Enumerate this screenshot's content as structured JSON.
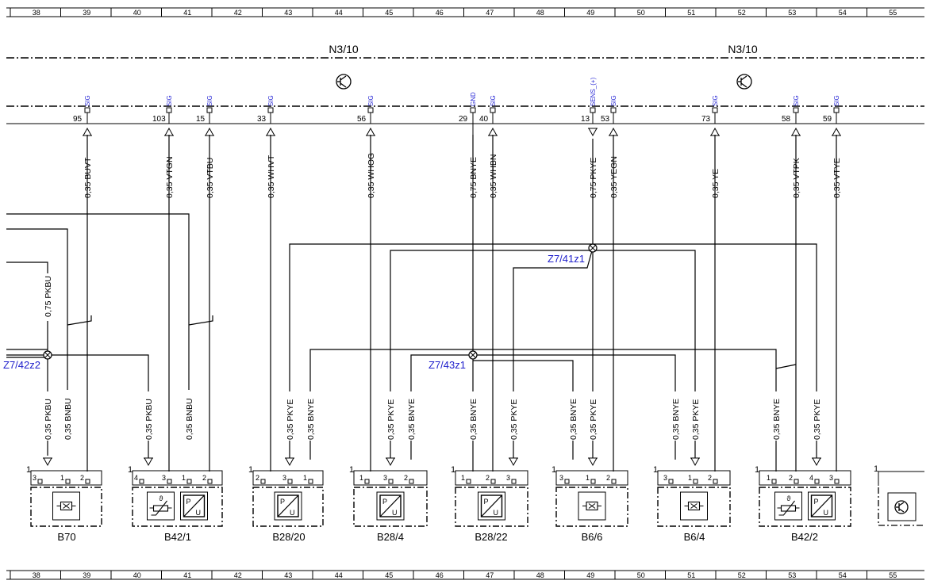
{
  "ruler_top": [
    "38",
    "39",
    "40",
    "41",
    "42",
    "43",
    "44",
    "45",
    "46",
    "47",
    "48",
    "49",
    "50",
    "51",
    "52",
    "53",
    "54",
    "55"
  ],
  "ruler_bottom": [
    "38",
    "39",
    "40",
    "41",
    "42",
    "43",
    "44",
    "45",
    "46",
    "47",
    "48",
    "49",
    "50",
    "51",
    "52",
    "53",
    "54",
    "55"
  ],
  "control_units": [
    {
      "id": "N3/10"
    },
    {
      "id": "N3/10"
    }
  ],
  "ecu_pins": [
    {
      "pin": "95",
      "signal": "SIG",
      "wire": "0,35 BUVT",
      "dir": "up"
    },
    {
      "pin": "103",
      "signal": "SIG",
      "wire": "0,35 VTGN",
      "dir": "up"
    },
    {
      "pin": "15",
      "signal": "SIG",
      "wire": "0,35 VTBU",
      "dir": "up"
    },
    {
      "pin": "33",
      "signal": "SIG",
      "wire": "0,35 WHVT",
      "dir": "up"
    },
    {
      "pin": "56",
      "signal": "SIG",
      "wire": "0,35 WHOG",
      "dir": "up"
    },
    {
      "pin": "29",
      "signal": "GND",
      "wire": "0,75 BNYE",
      "dir": "none"
    },
    {
      "pin": "40",
      "signal": "SIG",
      "wire": "0,35 WHBN",
      "dir": "up"
    },
    {
      "pin": "13",
      "signal": "SENS_(+)",
      "wire": "0,75 PKYE",
      "dir": "down"
    },
    {
      "pin": "53",
      "signal": "SIG",
      "wire": "0,35 YEGN",
      "dir": "up"
    },
    {
      "pin": "73",
      "signal": "SIG",
      "wire": "0,35 YE",
      "dir": "up"
    },
    {
      "pin": "58",
      "signal": "SIG",
      "wire": "0,35 VTPK",
      "dir": "up"
    },
    {
      "pin": "59",
      "signal": "SIG",
      "wire": "0,35 VTYE",
      "dir": "up"
    }
  ],
  "left_wire_label": "0,75 PKBU",
  "junctions": [
    "Z7/41z1",
    "Z7/43z1",
    "Z7/42z2"
  ],
  "lower_wires": [
    "0,35 PKBU",
    "0,35 BNBU",
    "0,35 PKBU",
    "0,35 BNBU",
    "0,35 PKYE",
    "0,35 BNYE",
    "0,35 PKYE",
    "0,35 BNYE",
    "0,35 BNYE",
    "0,35 PKYE",
    "0,35 BNYE",
    "0,35 PKYE",
    "0,35 BNYE",
    "0,35 PKYE",
    "0,35 BNYE",
    "0,35 PKYE"
  ],
  "components": [
    {
      "id": "B70",
      "pins": [
        "3",
        "1",
        "2"
      ]
    },
    {
      "id": "B42/1",
      "pins": [
        "4",
        "3",
        "1",
        "2"
      ]
    },
    {
      "id": "B28/20",
      "pins": [
        "2",
        "3",
        "1"
      ]
    },
    {
      "id": "B28/4",
      "pins": [
        "1",
        "3",
        "2"
      ]
    },
    {
      "id": "B28/22",
      "pins": [
        "1",
        "2",
        "3"
      ]
    },
    {
      "id": "B6/6",
      "pins": [
        "3",
        "1",
        "2"
      ]
    },
    {
      "id": "B6/4",
      "pins": [
        "3",
        "1",
        "2"
      ]
    },
    {
      "id": "B42/2",
      "pins": [
        "1",
        "2",
        "4",
        "3"
      ]
    }
  ],
  "connector_mark": "1"
}
